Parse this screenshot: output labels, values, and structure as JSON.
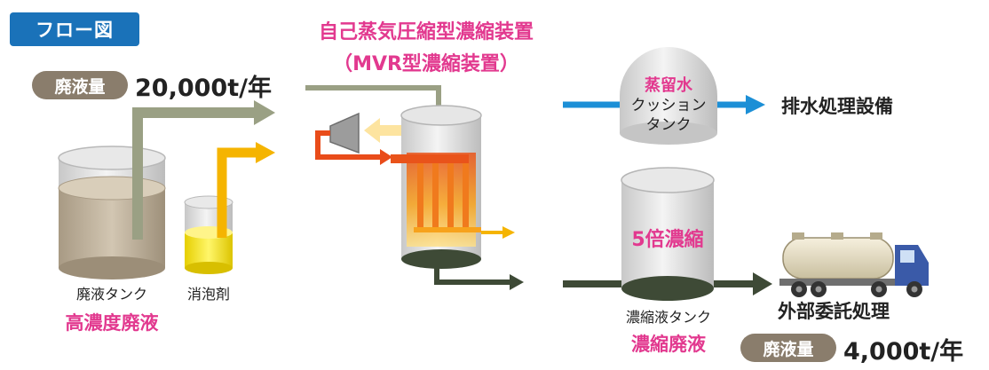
{
  "flow_badge": "フロー図",
  "input": {
    "pill": "廃液量",
    "amount": "20,000t/年"
  },
  "mvr": {
    "title": "自己蒸気圧縮型濃縮装置",
    "subtitle": "（MVR型濃縮装置）"
  },
  "waste_tank": {
    "label": "廃液タンク",
    "category": "高濃度廃液"
  },
  "antifoam": {
    "label": "消泡剤"
  },
  "distill_tank": {
    "line1": "蒸留水",
    "line2": "クッション",
    "line3": "タンク"
  },
  "drain": {
    "label": "排水処理設備"
  },
  "concentrate_tank": {
    "badge": "5倍濃縮",
    "label": "濃縮液タンク",
    "category": "濃縮廃液"
  },
  "outsource": {
    "label": "外部委託処理",
    "pill": "廃液量",
    "amount": "4,000t/年"
  },
  "colors": {
    "brand_blue": "#1a72b9",
    "pink": "#e2398f",
    "waste_arrow": "#9aa084",
    "antifoam_arrow": "#f5b400",
    "steam_arrow": "#e94c1a",
    "water_arrow": "#1c8fd6",
    "concentrate_arrow": "#3e4a36"
  }
}
